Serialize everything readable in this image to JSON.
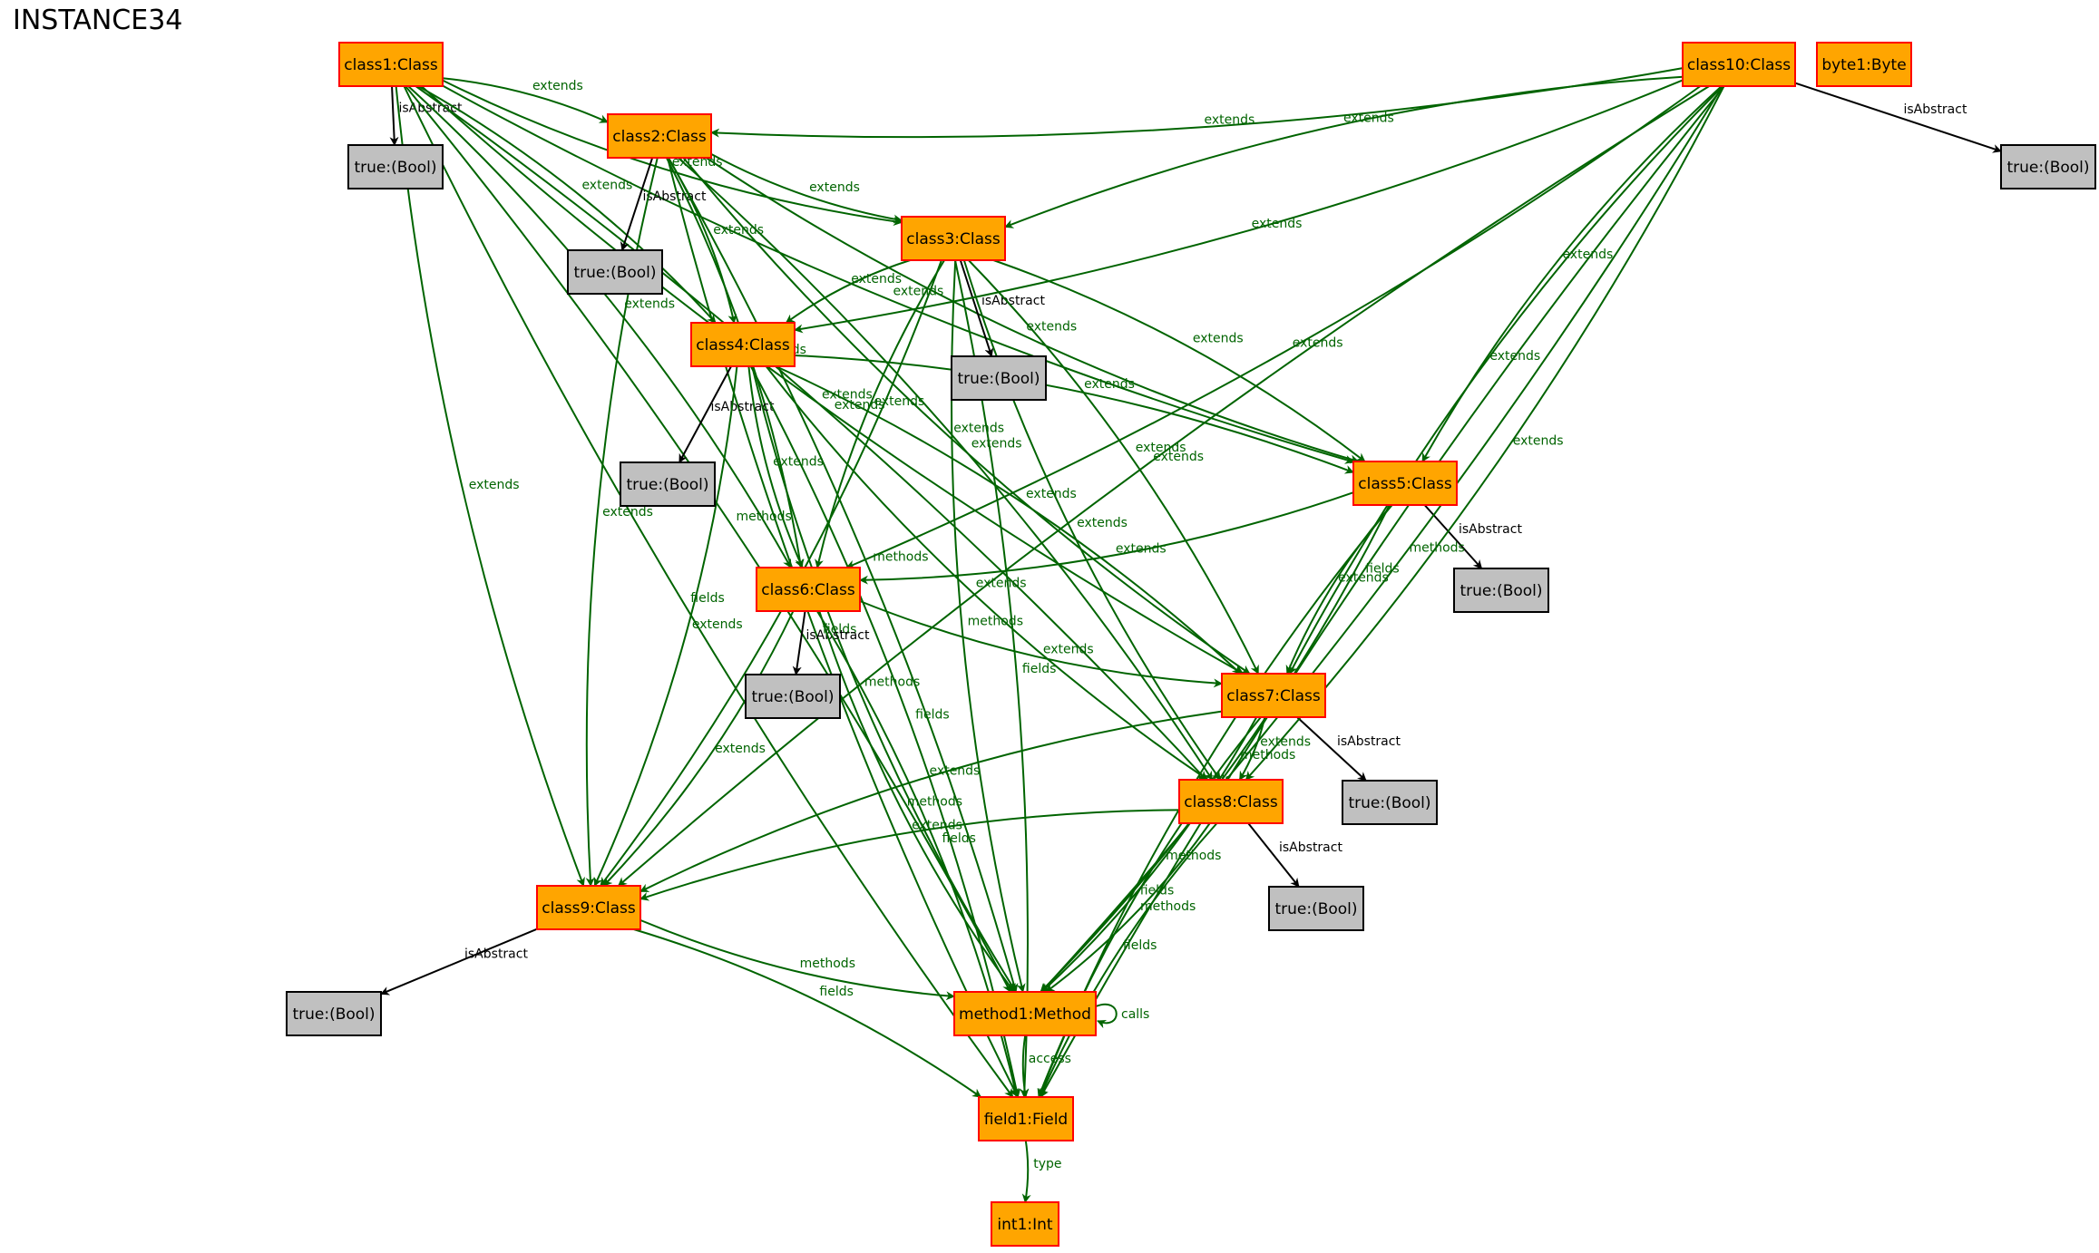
{
  "title": "INSTANCE34",
  "colors": {
    "class_fill": "#ffa500",
    "class_border": "#ff0000",
    "bool_fill": "#c0c0c0",
    "bool_border": "#000000",
    "edge_green": "#006400",
    "edge_black": "#000000"
  },
  "nodes": [
    {
      "id": "class1",
      "label": "class1:Class",
      "kind": "class"
    },
    {
      "id": "class2",
      "label": "class2:Class",
      "kind": "class"
    },
    {
      "id": "class3",
      "label": "class3:Class",
      "kind": "class"
    },
    {
      "id": "class4",
      "label": "class4:Class",
      "kind": "class"
    },
    {
      "id": "class5",
      "label": "class5:Class",
      "kind": "class"
    },
    {
      "id": "class6",
      "label": "class6:Class",
      "kind": "class"
    },
    {
      "id": "class7",
      "label": "class7:Class",
      "kind": "class"
    },
    {
      "id": "class8",
      "label": "class8:Class",
      "kind": "class"
    },
    {
      "id": "class9",
      "label": "class9:Class",
      "kind": "class"
    },
    {
      "id": "class10",
      "label": "class10:Class",
      "kind": "class"
    },
    {
      "id": "byte1",
      "label": "byte1:Byte",
      "kind": "class"
    },
    {
      "id": "method1",
      "label": "method1:Method",
      "kind": "class"
    },
    {
      "id": "field1",
      "label": "field1:Field",
      "kind": "class"
    },
    {
      "id": "int1",
      "label": "int1:Int",
      "kind": "class"
    },
    {
      "id": "b1",
      "label": "true:(Bool)",
      "kind": "bool"
    },
    {
      "id": "b2",
      "label": "true:(Bool)",
      "kind": "bool"
    },
    {
      "id": "b3",
      "label": "true:(Bool)",
      "kind": "bool"
    },
    {
      "id": "b4",
      "label": "true:(Bool)",
      "kind": "bool"
    },
    {
      "id": "b5",
      "label": "true:(Bool)",
      "kind": "bool"
    },
    {
      "id": "b6",
      "label": "true:(Bool)",
      "kind": "bool"
    },
    {
      "id": "b7",
      "label": "true:(Bool)",
      "kind": "bool"
    },
    {
      "id": "b8",
      "label": "true:(Bool)",
      "kind": "bool"
    },
    {
      "id": "b9",
      "label": "true:(Bool)",
      "kind": "bool"
    },
    {
      "id": "b10",
      "label": "true:(Bool)",
      "kind": "bool"
    }
  ],
  "edges": [
    {
      "from": "class1",
      "to": "b1",
      "label": "isAbstract"
    },
    {
      "from": "class1",
      "to": "class2",
      "label": "extends"
    },
    {
      "from": "class1",
      "to": "class3",
      "label": "extends"
    },
    {
      "from": "class1",
      "to": "class4",
      "label": "extends"
    },
    {
      "from": "class1",
      "to": "class5",
      "label": "extends"
    },
    {
      "from": "class1",
      "to": "class6",
      "label": "extends"
    },
    {
      "from": "class1",
      "to": "class7",
      "label": "extends"
    },
    {
      "from": "class1",
      "to": "class8",
      "label": "extends"
    },
    {
      "from": "class1",
      "to": "class9",
      "label": "extends"
    },
    {
      "from": "class1",
      "to": "method1",
      "label": "methods"
    },
    {
      "from": "class1",
      "to": "field1",
      "label": "fields"
    },
    {
      "from": "class2",
      "to": "b2",
      "label": "isAbstract"
    },
    {
      "from": "class2",
      "to": "class3",
      "label": "extends"
    },
    {
      "from": "class2",
      "to": "class4",
      "label": "extends"
    },
    {
      "from": "class2",
      "to": "class5",
      "label": "extends"
    },
    {
      "from": "class2",
      "to": "class6",
      "label": "extends"
    },
    {
      "from": "class2",
      "to": "class7",
      "label": "extends"
    },
    {
      "from": "class2",
      "to": "class8",
      "label": "extends"
    },
    {
      "from": "class2",
      "to": "class9",
      "label": "extends"
    },
    {
      "from": "class2",
      "to": "method1",
      "label": "methods"
    },
    {
      "from": "class2",
      "to": "field1",
      "label": "fields"
    },
    {
      "from": "class3",
      "to": "b3",
      "label": "isAbstract"
    },
    {
      "from": "class3",
      "to": "class4",
      "label": "extends"
    },
    {
      "from": "class3",
      "to": "class5",
      "label": "extends"
    },
    {
      "from": "class3",
      "to": "class6",
      "label": "extends"
    },
    {
      "from": "class3",
      "to": "class7",
      "label": "extends"
    },
    {
      "from": "class3",
      "to": "class8",
      "label": "extends"
    },
    {
      "from": "class3",
      "to": "class9",
      "label": "extends"
    },
    {
      "from": "class3",
      "to": "method1",
      "label": "methods"
    },
    {
      "from": "class3",
      "to": "field1",
      "label": "fields"
    },
    {
      "from": "class4",
      "to": "b4",
      "label": "isAbstract"
    },
    {
      "from": "class4",
      "to": "class5",
      "label": "extends"
    },
    {
      "from": "class4",
      "to": "class6",
      "label": "extends"
    },
    {
      "from": "class4",
      "to": "class7",
      "label": "extends"
    },
    {
      "from": "class4",
      "to": "class8",
      "label": "extends"
    },
    {
      "from": "class4",
      "to": "class9",
      "label": "extends"
    },
    {
      "from": "class4",
      "to": "method1",
      "label": "methods"
    },
    {
      "from": "class4",
      "to": "field1",
      "label": "fields"
    },
    {
      "from": "class5",
      "to": "b5",
      "label": "isAbstract"
    },
    {
      "from": "class5",
      "to": "class6",
      "label": "extends"
    },
    {
      "from": "class5",
      "to": "class7",
      "label": "extends"
    },
    {
      "from": "class5",
      "to": "method1",
      "label": "methods"
    },
    {
      "from": "class5",
      "to": "field1",
      "label": "fields"
    },
    {
      "from": "class6",
      "to": "b6",
      "label": "isAbstract"
    },
    {
      "from": "class6",
      "to": "class7",
      "label": "extends"
    },
    {
      "from": "class6",
      "to": "class9",
      "label": "extends"
    },
    {
      "from": "class6",
      "to": "method1",
      "label": "methods"
    },
    {
      "from": "class6",
      "to": "field1",
      "label": "fields"
    },
    {
      "from": "class7",
      "to": "b7",
      "label": "isAbstract"
    },
    {
      "from": "class7",
      "to": "class8",
      "label": "extends"
    },
    {
      "from": "class7",
      "to": "class9",
      "label": "extends"
    },
    {
      "from": "class7",
      "to": "method1",
      "label": "methods"
    },
    {
      "from": "class7",
      "to": "field1",
      "label": "fields"
    },
    {
      "from": "class8",
      "to": "b8",
      "label": "isAbstract"
    },
    {
      "from": "class8",
      "to": "class9",
      "label": "extends"
    },
    {
      "from": "class8",
      "to": "method1",
      "label": "methods"
    },
    {
      "from": "class8",
      "to": "field1",
      "label": "fields"
    },
    {
      "from": "class9",
      "to": "b9",
      "label": "isAbstract"
    },
    {
      "from": "class9",
      "to": "method1",
      "label": "methods"
    },
    {
      "from": "class9",
      "to": "field1",
      "label": "fields"
    },
    {
      "from": "class10",
      "to": "b10",
      "label": "isAbstract"
    },
    {
      "from": "class10",
      "to": "class2",
      "label": "extends"
    },
    {
      "from": "class10",
      "to": "class3",
      "label": "extends"
    },
    {
      "from": "class10",
      "to": "class4",
      "label": "extends"
    },
    {
      "from": "class10",
      "to": "class5",
      "label": "extends"
    },
    {
      "from": "class10",
      "to": "class6",
      "label": "extends"
    },
    {
      "from": "class10",
      "to": "class7",
      "label": "extends"
    },
    {
      "from": "class10",
      "to": "class8",
      "label": "extends"
    },
    {
      "from": "class10",
      "to": "class9",
      "label": "extends"
    },
    {
      "from": "class10",
      "to": "method1",
      "label": "methods"
    },
    {
      "from": "class10",
      "to": "field1",
      "label": "fields"
    },
    {
      "from": "method1",
      "to": "method1",
      "label": "calls"
    },
    {
      "from": "method1",
      "to": "field1",
      "label": "access"
    },
    {
      "from": "field1",
      "to": "int1",
      "label": "type"
    }
  ]
}
